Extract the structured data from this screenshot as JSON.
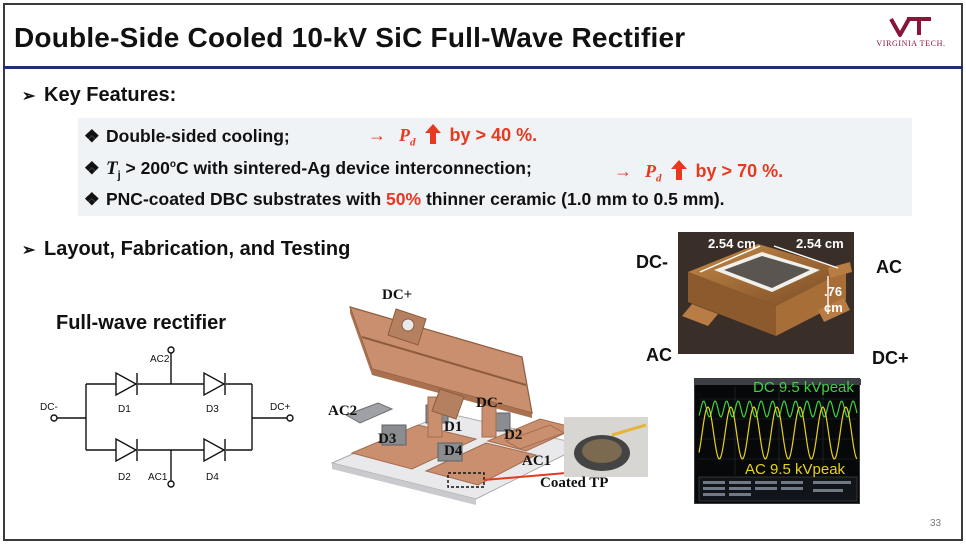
{
  "title": "Double-Side Cooled 10-kV SiC Full-Wave Rectifier",
  "logo": {
    "text": "VIRGINIA TECH.",
    "mark": "VT",
    "color": "#8a1538"
  },
  "key_features": {
    "heading": "Key Features:",
    "bullet_icon": "diamond-bullet-icon",
    "items": [
      {
        "text": "Double-sided cooling;"
      },
      {
        "t_symbol": "T",
        "t_sub": "j",
        "pre": " > 200",
        "sup": "o",
        "rest": "C with sintered-Ag device interconnection;"
      },
      {
        "pre": "PNC-coated DBC substrates with ",
        "highlight": "50%",
        "post": " thinner ceramic (1.0 mm to 0.5 mm)."
      }
    ],
    "notes": [
      {
        "arrow": "→",
        "symbol": "P",
        "sub": "d",
        "icon": "up-arrow-icon",
        "text": "by > 40 %."
      },
      {
        "arrow": "→",
        "symbol": "P",
        "sub": "d",
        "icon": "up-arrow-icon",
        "text": "by > 70 %."
      }
    ]
  },
  "layout_heading": "Layout, Fabrication, and Testing",
  "full_wave_label": "Full-wave rectifier",
  "circuit": {
    "dc_minus": "DC-",
    "dc_plus": "DC+",
    "ac2": "AC2",
    "ac1": "AC1",
    "d1": "D1",
    "d2": "D2",
    "d3": "D3",
    "d4": "D4"
  },
  "cad_labels": {
    "dc_plus": "DC+",
    "dc_minus": "DC-",
    "ac2": "AC2",
    "ac1": "AC1",
    "d1": "D1",
    "d2": "D2",
    "d3": "D3",
    "d4": "D4",
    "coated_tp": "Coated TP"
  },
  "module_photo": {
    "dim_left": "2.54 cm",
    "dim_right": "2.54 cm",
    "dim_height_value": ".76",
    "dim_height_unit": "cm",
    "dc_minus": "DC-",
    "ac_top": "AC",
    "ac_bottom": "AC",
    "dc_plus": "DC+"
  },
  "scope": {
    "dc_label": "DC 9.5 kVpeak",
    "ac_label": "AC 9.5 kVpeak",
    "dc_color": "#3fd13f",
    "ac_color": "#e8d21a"
  },
  "colors": {
    "accent_red": "#e8381f",
    "title_rule": "#1f2f6f"
  },
  "page_number": "33"
}
